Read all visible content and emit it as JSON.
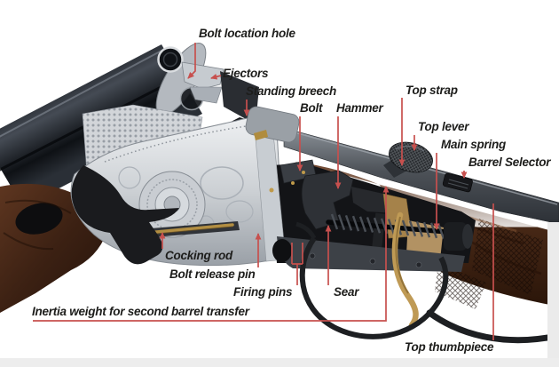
{
  "diagram": {
    "subject": "Over-and-under shotgun action cutaway diagram",
    "colors": {
      "leader_line": "#c7504e",
      "label_text": "#1d1d1b",
      "barrel_steel": "#15181d",
      "receiver_silver": "#d8dbde",
      "stock_wood": "#4a2c1a",
      "brass": "#b28e42",
      "background": "#ffffff"
    },
    "labels": {
      "bolt_location_hole": "Bolt location hole",
      "ejectors": "Ejectors",
      "standing_breech": "Standing breech",
      "bolt": "Bolt",
      "hammer": "Hammer",
      "top_strap": "Top strap",
      "top_lever": "Top lever",
      "main_spring": "Main spring",
      "barrel_selector": "Barrel Selector",
      "cocking_rod": "Cocking rod",
      "bolt_release_pin": "Bolt release pin",
      "firing_pins": "Firing pins",
      "sear": "Sear",
      "inertia_weight": "Inertia weight for second barrel transfer",
      "top_thumbpiece": "Top thumbpiece"
    }
  }
}
